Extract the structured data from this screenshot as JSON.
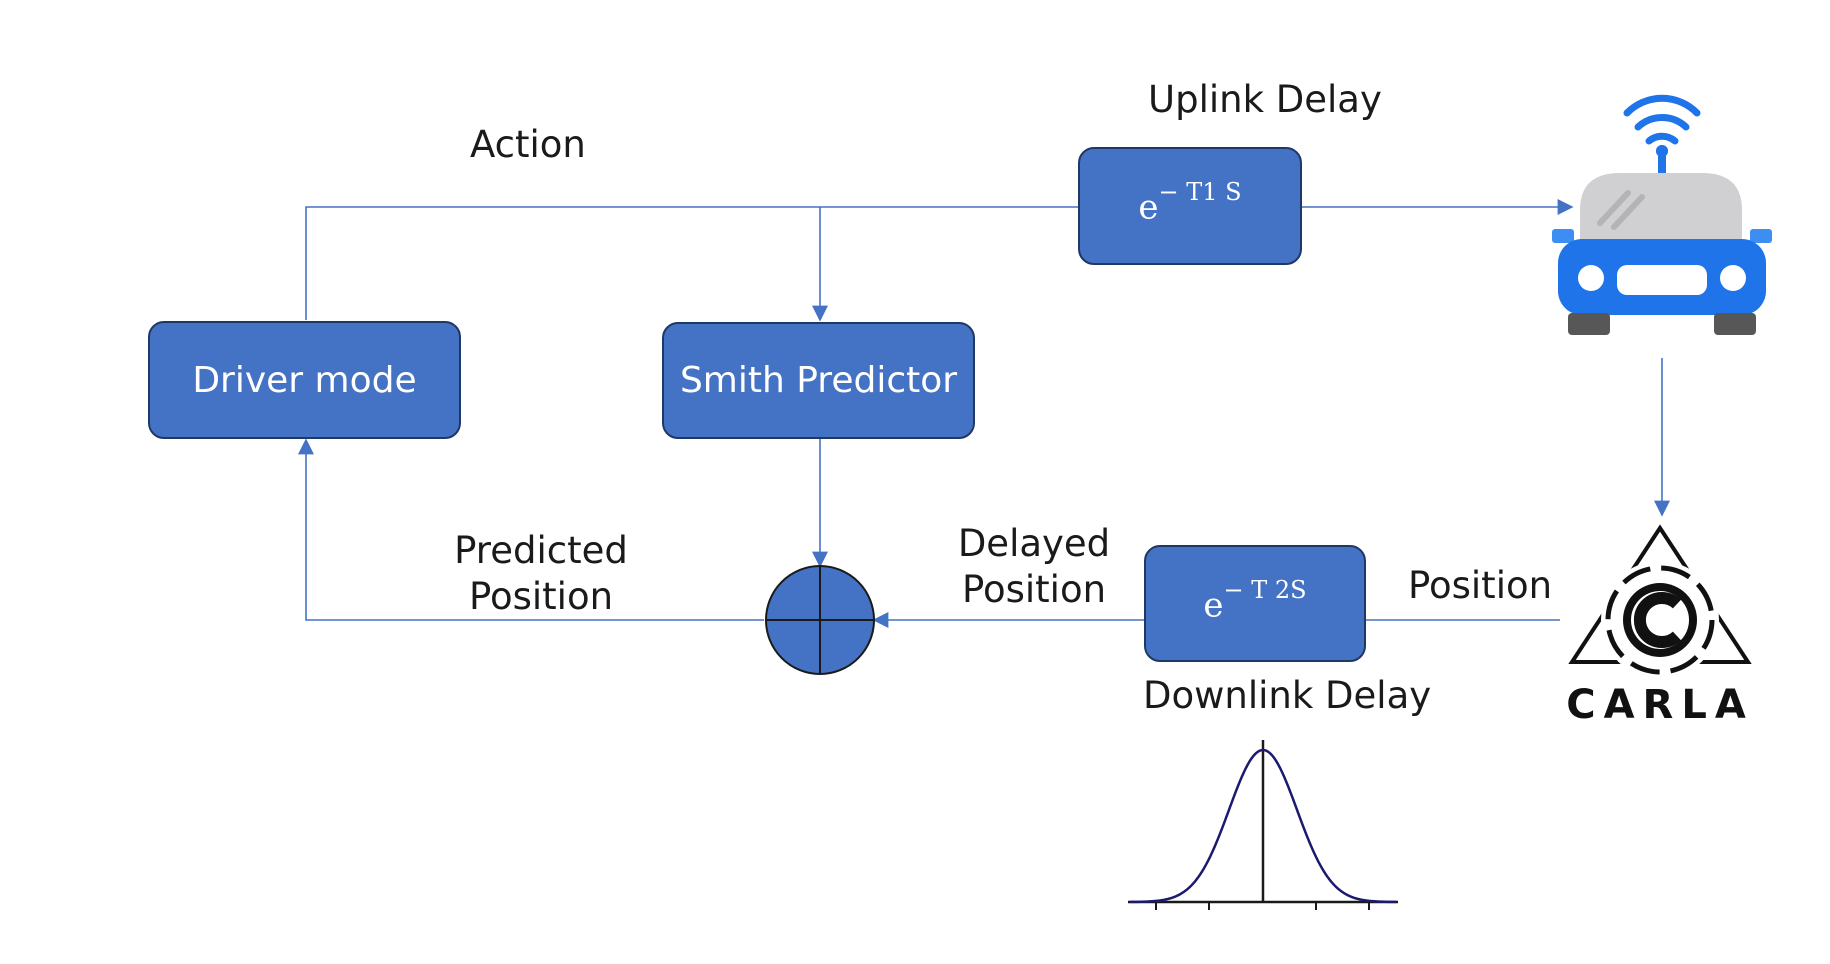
{
  "blocks": {
    "driver_model": "Driver mode",
    "smith_predictor": "Smith Predictor",
    "uplink_base": "e",
    "uplink_exp": "− T1 S",
    "downlink_base": "e",
    "downlink_exp": "− T 2S"
  },
  "labels": {
    "action": "Action",
    "uplink_delay": "Uplink Delay",
    "predicted_line1": "Predicted",
    "predicted_line2": "Position",
    "delayed_line1": "Delayed",
    "delayed_line2": "Position",
    "position": "Position",
    "downlink_delay": "Downlink Delay"
  },
  "logo": {
    "text": "CARLA"
  },
  "colors": {
    "block_fill": "#4472c4",
    "block_border": "#1f3864",
    "connector": "#4472c4",
    "car_body": "#1e74e8",
    "wifi": "#1e74e8",
    "curve": "#1a1a6e"
  }
}
